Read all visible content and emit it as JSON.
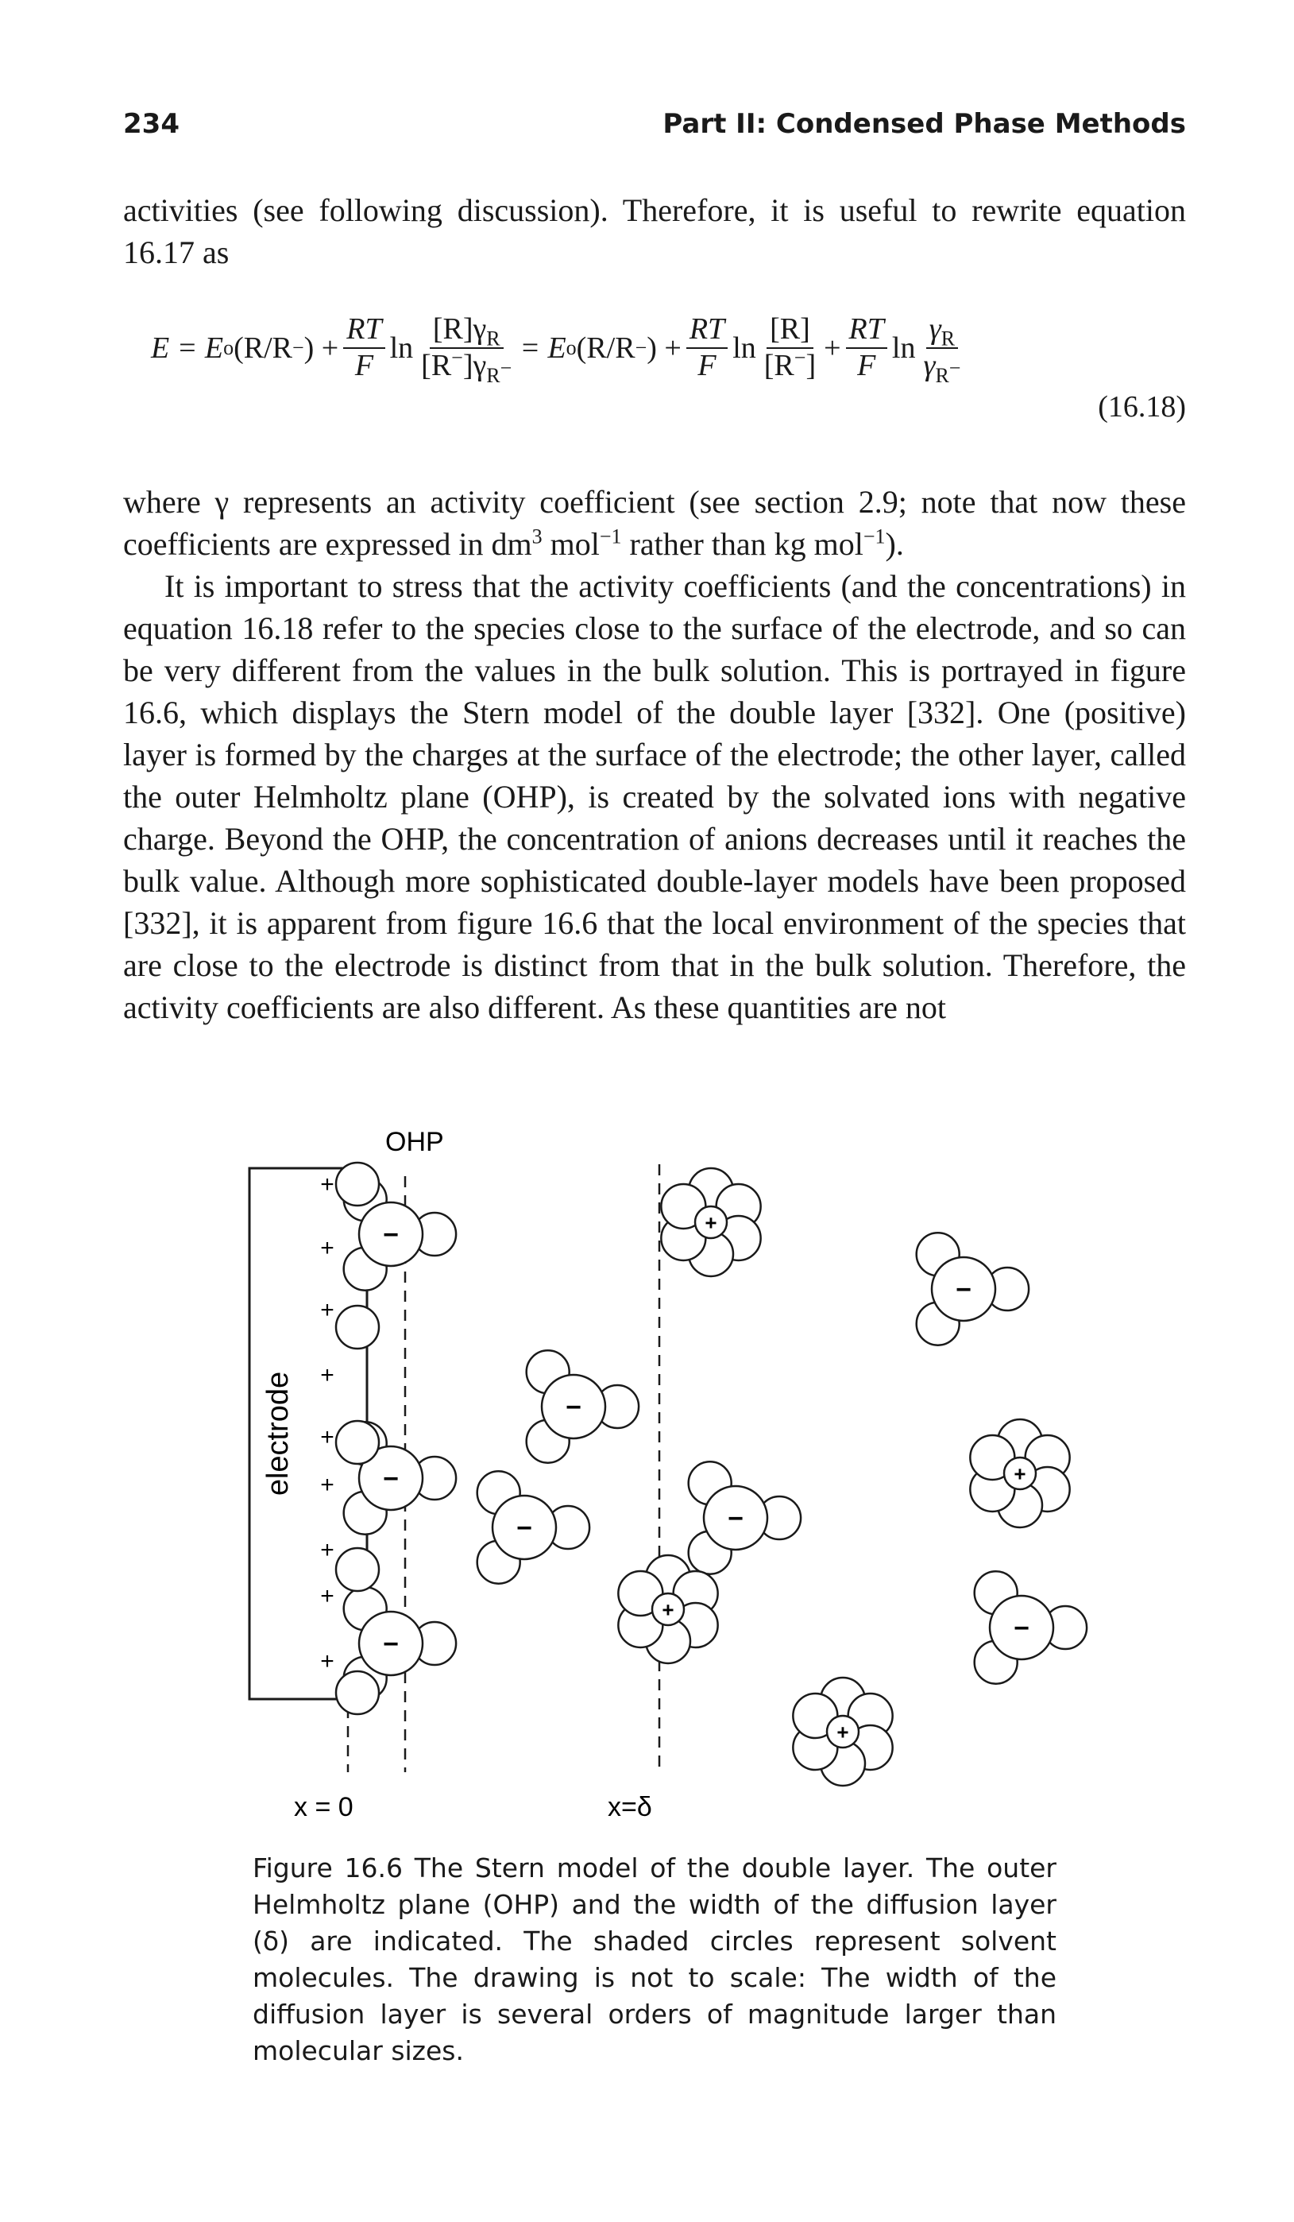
{
  "header": {
    "page_number": "234",
    "part_title": "Part II: Condensed Phase Methods"
  },
  "paragraph1": "activities (see following discussion). Therefore, it is useful to rewrite equation 16.17 as",
  "equation": {
    "lhs": "E = E",
    "E0_sup": "o",
    "redox": "(R/R",
    "minus_sup": "−",
    "close_plus": ") +",
    "RT": "RT",
    "F": "F",
    "ln": "ln",
    "num1": "[R]γ",
    "num1_sub": "R",
    "den1": "[R",
    "den1_sub": "R",
    "den1_mid": "]γ",
    "eq_mid": "= E",
    "num2": "[R]",
    "den2": "[R",
    "den2_close": "]",
    "plus": "+",
    "gamma_num": "γ",
    "gamma_num_sub": "R",
    "gamma_den": "γ",
    "gamma_den_sub": "R",
    "number": "(16.18)"
  },
  "paragraph2_parts": {
    "a": "where γ represents an activity coefficient (see section 2.9; note that now these coefficients are expressed in dm",
    "dm_sup": "3",
    "b": " mol",
    "mol_sup": "−1",
    "c": " rather than kg mol",
    "mol2_sup": "−1",
    "d": ")."
  },
  "paragraph3": "It is important to stress that the activity coefficients (and the concentrations) in equation 16.18 refer to the species close to the surface of the electrode, and so can be very different from the values in the bulk solution. This is portrayed in figure 16.6, which displays the Stern model of the double layer [332]. One (positive) layer is formed by the charges at the surface of the electrode; the other layer, called the outer Helmholtz plane (OHP), is created by the solvated ions with negative charge. Beyond the OHP, the concentration of anions decreases until it reaches the bulk value. Although more sophisticated double-layer models have been proposed [332], it is apparent from figure 16.6 that the local environment of the species that are close to the electrode is distinct from that in the bulk solution. Therefore, the activity coefficients are also different. As these quantities are not",
  "figure": {
    "ohp_label": "OHP",
    "electrode_label": "electrode",
    "x0_label": "x = 0",
    "xdelta_label": "x=δ",
    "plus_sign": "+",
    "minus_sign": "−"
  },
  "caption": "Figure 16.6 The Stern model of the double layer. The outer Helmholtz plane (OHP) and the width of the diffusion layer (δ) are indicated. The shaded circles represent solvent molecules. The drawing is not to scale: The width of the diffusion layer is several orders of magnitude larger than molecular sizes."
}
